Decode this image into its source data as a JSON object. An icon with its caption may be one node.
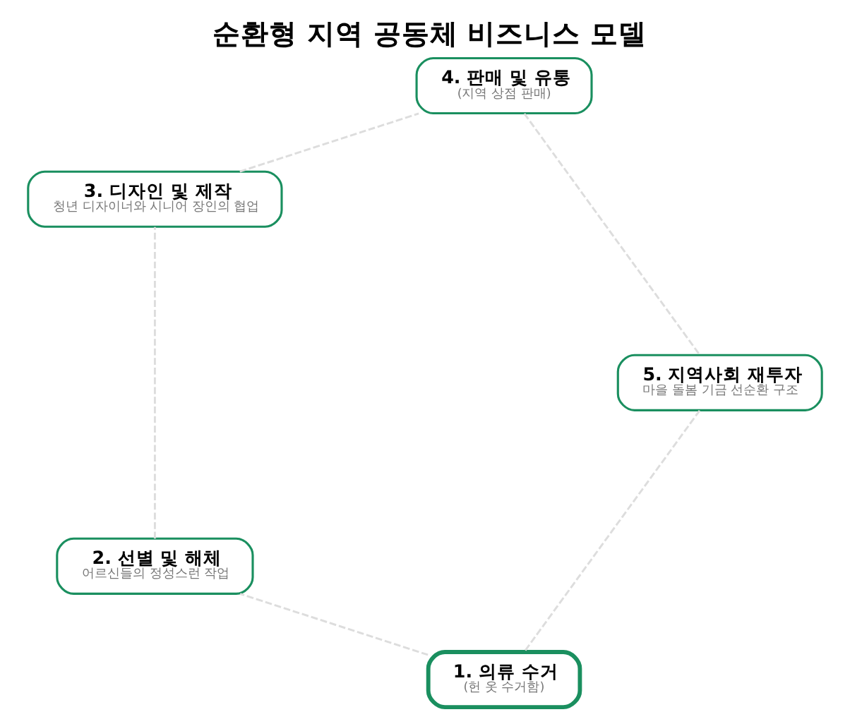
{
  "diagram": {
    "title": "순환형 지역 공동체 비즈니스 모델",
    "nodes": [
      {
        "text": [
          "1. 의류 수거",
          "(헌 옷 수거함)"
        ]
      },
      {
        "text": [
          "2. 선별 및 해체",
          "어르신들의 정성스런 작업"
        ]
      },
      {
        "text": [
          "3. 디자인 및 제작",
          "청년 디자이너와 시니어 장인의 협업"
        ]
      },
      {
        "text": [
          "4. 판매 및 유통",
          "(지역 상점 판매)"
        ]
      },
      {
        "text": [
          "5. 지역사회 재투자",
          "마을 돌봄 기금 선순환 구조"
        ]
      }
    ],
    "edges": [
      {
        "from": 0,
        "to": 1,
        "arrow": "none",
        "style": "dashed"
      },
      {
        "from": 1,
        "to": 2,
        "arrow": "none",
        "style": "dashed"
      },
      {
        "from": 2,
        "to": 3,
        "arrow": "none",
        "style": "dashed"
      },
      {
        "from": 3,
        "to": 4,
        "arrow": "none",
        "style": "dashed"
      },
      {
        "from": 4,
        "to": 0,
        "arrow": "none",
        "style": "dashed"
      }
    ]
  }
}
